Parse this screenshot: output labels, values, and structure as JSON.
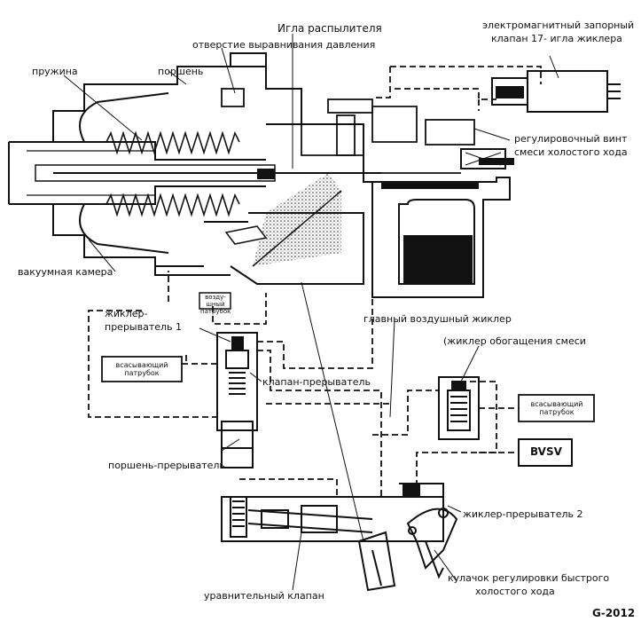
{
  "labels": {
    "spray_needle": "Игла распылителя",
    "solenoid_valve_line1": "электромагнитный запорный",
    "solenoid_valve_line2": "клапан 17- игла жиклера",
    "pressure_hole": "отверстие выравнивания давления",
    "spring": "пружина",
    "piston": "поршень",
    "idle_screw_line1": "регулировочный винт",
    "idle_screw_line2": "смеси холостого хода",
    "vacuum_chamber": "вакуумная камера",
    "interrupter_jet1_line1": "жиклер-",
    "interrupter_jet1_line2": "прерыватель 1",
    "air_inlet_top_line1": "возду-",
    "air_inlet_top_line2": "шный",
    "air_inlet_top_line3": "патрубок",
    "intake_left_line1": "всасывающий",
    "intake_left_line2": "патрубок",
    "main_air_jet": "главный воздушный жиклер",
    "enrich_jet": "(жиклер обогащения смеси",
    "interrupter_valve": "клапан-прерыватель",
    "intake_right_line1": "всасывающий",
    "intake_right_line2": "патрубок",
    "bvsv": "BVSV",
    "interrupter_piston": "поршень-прерыватель",
    "interrupter_jet2": "жиклер-прерыватель 2",
    "fast_idle_cam_line1": "кулачок регулировки быстрого",
    "fast_idle_cam_line2": "холостого хода",
    "equalizing_valve": "уравнительный клапан",
    "figure_code": "G-2012"
  }
}
